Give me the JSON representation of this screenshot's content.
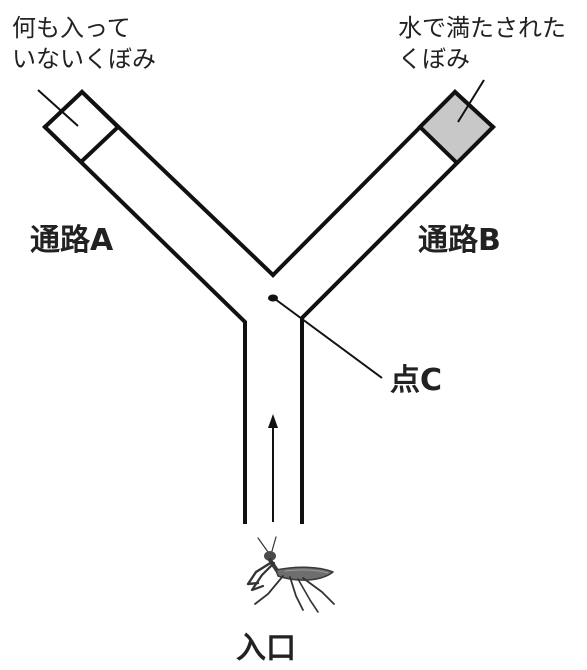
{
  "labels": {
    "empty_line1": "何も入って",
    "empty_line2": "いないくぼみ",
    "water_line1": "水で満たされた",
    "water_line2": "くぼみ",
    "path_a": "通路A",
    "path_b": "通路B",
    "point_c": "点C",
    "entrance": "入口"
  },
  "colors": {
    "line": "#111111",
    "water_fill": "#c8c8c8",
    "text": "#222222"
  },
  "icons": {
    "insect": "praying-mantis-icon",
    "arrow": "up-arrow-icon"
  }
}
